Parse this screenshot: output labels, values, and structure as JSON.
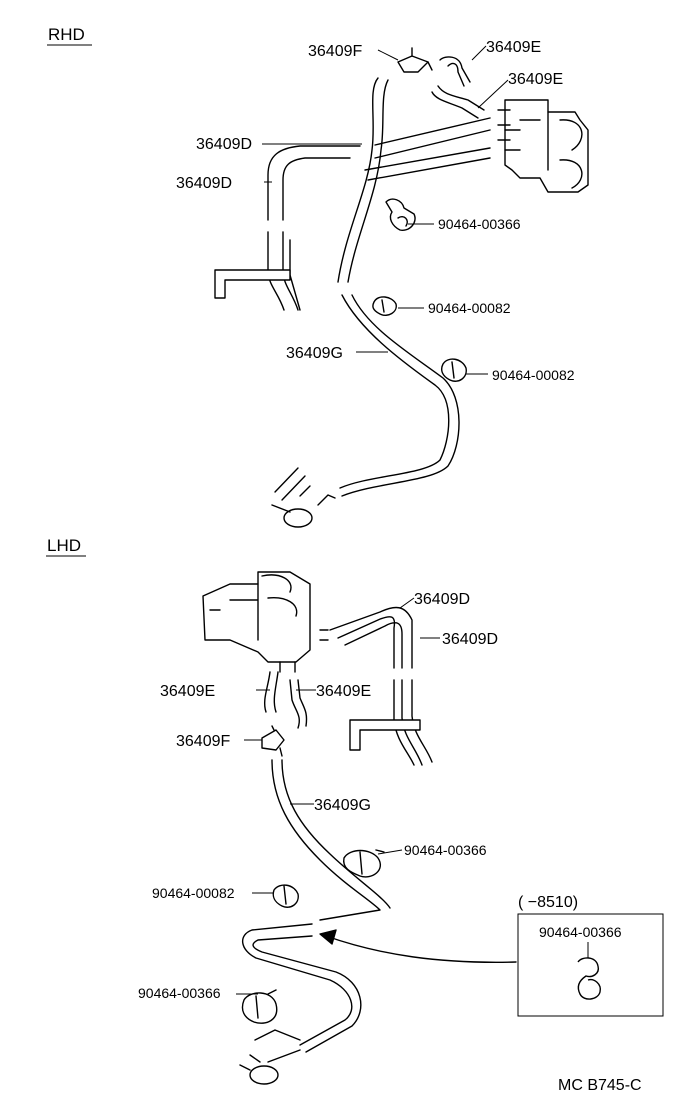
{
  "sections": {
    "rhd": "RHD",
    "lhd": "LHD"
  },
  "rhd": {
    "f": "36409F",
    "e1": "36409E",
    "e2": "36409E",
    "d1": "36409D",
    "d2": "36409D",
    "g": "36409G",
    "c1": "90464-00366",
    "c2": "90464-00082",
    "c3": "90464-00082"
  },
  "lhd": {
    "d1": "36409D",
    "d2": "36409D",
    "e1": "36409E",
    "e2": "36409E",
    "f": "36409F",
    "g": "36409G",
    "c1": "90464-00366",
    "c2": "90464-00082",
    "c3": "90464-00366"
  },
  "inset": {
    "range": "(      −8510)",
    "part": "90464-00366"
  },
  "footer": "MC  B745-C"
}
